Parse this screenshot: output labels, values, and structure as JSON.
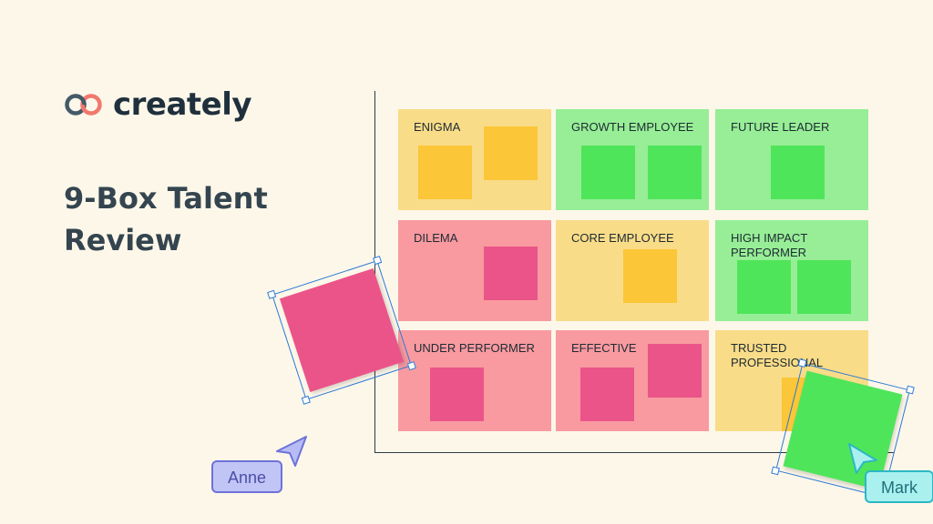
{
  "brand": {
    "name": "creately"
  },
  "title": "9-Box Talent Review",
  "grid": {
    "cells": [
      {
        "label": "ENIGMA"
      },
      {
        "label": "GROWTH EMPLOYEE"
      },
      {
        "label": "FUTURE LEADER"
      },
      {
        "label": "DILEMA"
      },
      {
        "label": "CORE EMPLOYEE"
      },
      {
        "label": "HIGH IMPACT PERFORMER"
      },
      {
        "label": "UNDER PERFORMER"
      },
      {
        "label": "EFFECTIVE"
      },
      {
        "label": "TRUSTED PROFESSIONAL"
      }
    ]
  },
  "collaborators": [
    {
      "name": "Anne",
      "color": "#6e72d8"
    },
    {
      "name": "Mark",
      "color": "#2cb8c4"
    }
  ],
  "colors": {
    "yellow_cell": "#f9dc88",
    "green_cell": "#97ee96",
    "red_cell": "#f89aa0",
    "yellow_note": "#fbc637",
    "green_note": "#4fe55a",
    "red_note": "#eb5489",
    "selection": "#2b79d4"
  }
}
